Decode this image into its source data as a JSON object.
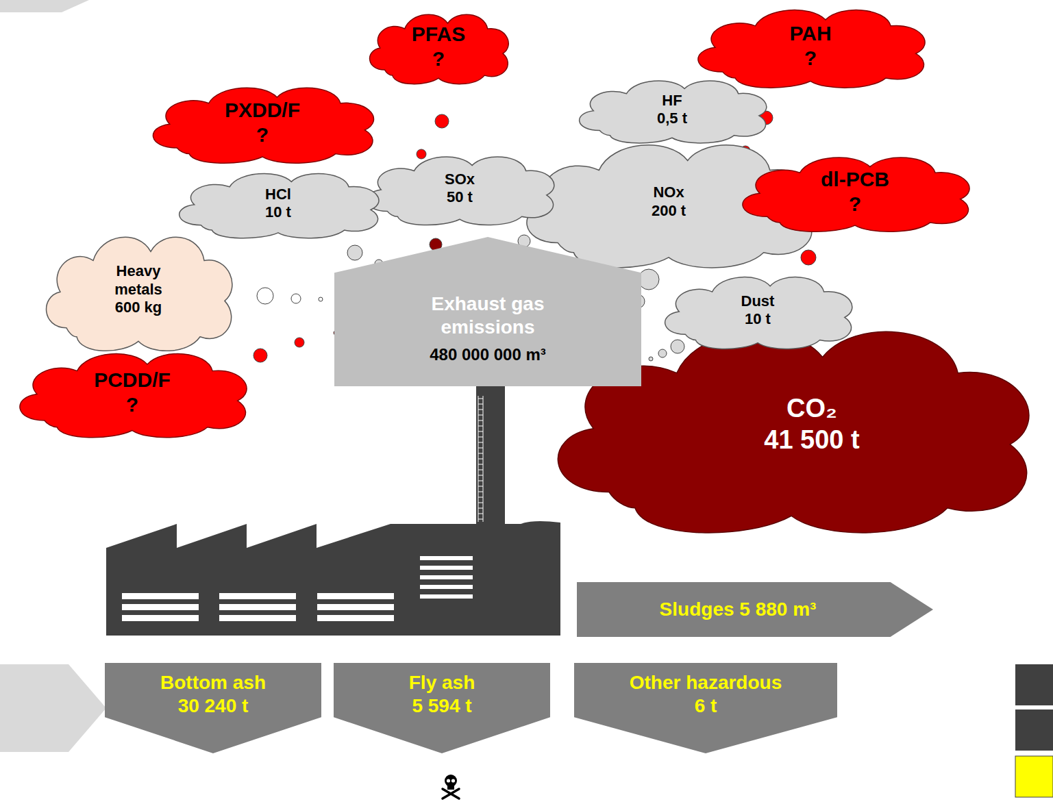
{
  "diagram": {
    "nodes": [
      {
        "text": [
          "PFAS",
          "?"
        ]
      },
      {
        "text": [
          "PAH",
          "?"
        ]
      },
      {
        "text": [
          "PXDD/F",
          "?"
        ]
      },
      {
        "text": [
          "HF",
          "0,5 t"
        ]
      },
      {
        "text": [
          "NOx",
          "200 t"
        ]
      },
      {
        "text": [
          "SOx",
          "50 t"
        ]
      },
      {
        "text": [
          "dl-PCB",
          "?"
        ]
      },
      {
        "text": [
          "HCl",
          "10 t"
        ]
      },
      {
        "text": [
          "Heavy metals",
          "600 kg"
        ]
      },
      {
        "text": [
          "CO₂",
          "41 500 t"
        ]
      },
      {
        "text": [
          "Exhaust gas emissions",
          "480 000 000 m³"
        ]
      },
      {
        "text": [
          "Dust",
          "10 t"
        ]
      },
      {
        "text": [
          "PCDD/F",
          "?"
        ]
      },
      {
        "text": [
          "Sludges 5 880 m³"
        ]
      },
      {
        "text": [
          "Bottom ash",
          "30 240 t"
        ]
      },
      {
        "text": [
          "Fly ash",
          "5 594 t"
        ]
      },
      {
        "text": [
          "Other hazardous",
          "6 t"
        ]
      }
    ]
  }
}
